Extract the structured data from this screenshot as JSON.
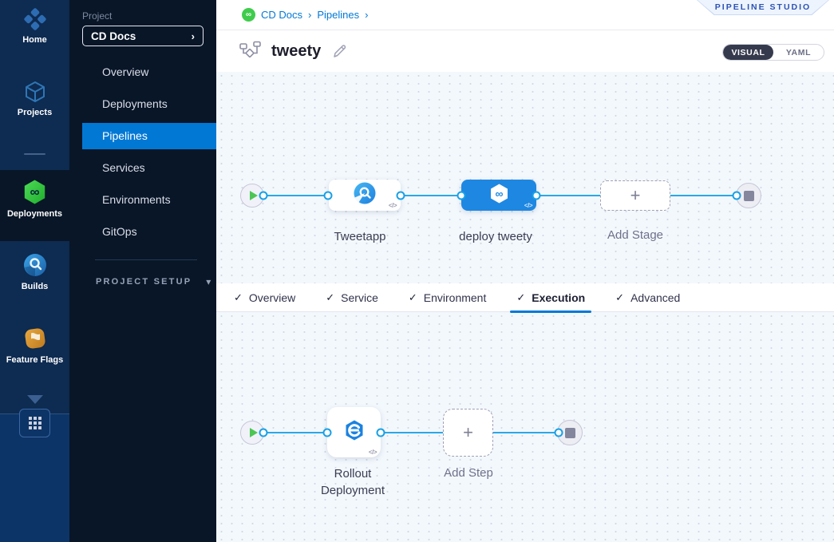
{
  "colors": {
    "accent_blue": "#0278d5",
    "node_selected_blue": "#1e87e2",
    "connector_blue": "#29a8e9",
    "rail_navy": "#0e2b51",
    "sidebar_dark": "#081627",
    "canvas_bg": "#f3f8fd",
    "success_green": "#3fcc4d",
    "badge_blue": "#2d53b5"
  },
  "rail": {
    "items": [
      {
        "label": "Home",
        "icon": "home-icon"
      },
      {
        "label": "Projects",
        "icon": "projects-icon"
      },
      {
        "label": "Deployments",
        "icon": "deployments-icon",
        "active": true
      },
      {
        "label": "Builds",
        "icon": "builds-icon"
      },
      {
        "label": "Feature Flags",
        "icon": "feature-flags-icon"
      }
    ],
    "more_icon": "chevron-down-icon",
    "apps_icon": "grid-icon"
  },
  "project_sidebar": {
    "section_label": "Project",
    "selector": {
      "value": "CD Docs",
      "chevron": "›"
    },
    "items": [
      {
        "label": "Overview"
      },
      {
        "label": "Deployments"
      },
      {
        "label": "Pipelines",
        "active": true
      },
      {
        "label": "Services"
      },
      {
        "label": "Environments"
      },
      {
        "label": "GitOps"
      }
    ],
    "setup": {
      "label": "PROJECT SETUP",
      "chevron": "▾"
    }
  },
  "header": {
    "breadcrumb": {
      "crumb1": "CD Docs",
      "sep": "›",
      "crumb2": "Pipelines",
      "cd_icon_glyph": "∞"
    },
    "badge": "PIPELINE STUDIO",
    "title": "tweety",
    "title_icon": "pipeline-icon",
    "edit_icon": "pencil-icon",
    "view_toggle": {
      "visual": "VISUAL",
      "yaml": "YAML",
      "selected": "VISUAL"
    }
  },
  "stage_canvas": {
    "start_node": "start",
    "end_node": "stop",
    "stages": [
      {
        "label": "Tweetapp",
        "icon": "ci-build-icon",
        "code_mark": "</>"
      },
      {
        "label": "deploy tweety",
        "icon": "cd-hexagon-infinity-icon",
        "code_mark": "</>",
        "selected": true
      }
    ],
    "add_stage": {
      "label": "Add Stage",
      "plus": "+"
    }
  },
  "tabs": {
    "check_glyph": "✓",
    "items": [
      {
        "label": "Overview"
      },
      {
        "label": "Service"
      },
      {
        "label": "Environment"
      },
      {
        "label": "Execution",
        "active": true
      },
      {
        "label": "Advanced"
      }
    ]
  },
  "step_canvas": {
    "steps": [
      {
        "label": "Rollout Deployment",
        "icon": "rollout-deployment-icon",
        "code_mark": "</>"
      }
    ],
    "add_step": {
      "label": "Add Step",
      "plus": "+"
    }
  }
}
